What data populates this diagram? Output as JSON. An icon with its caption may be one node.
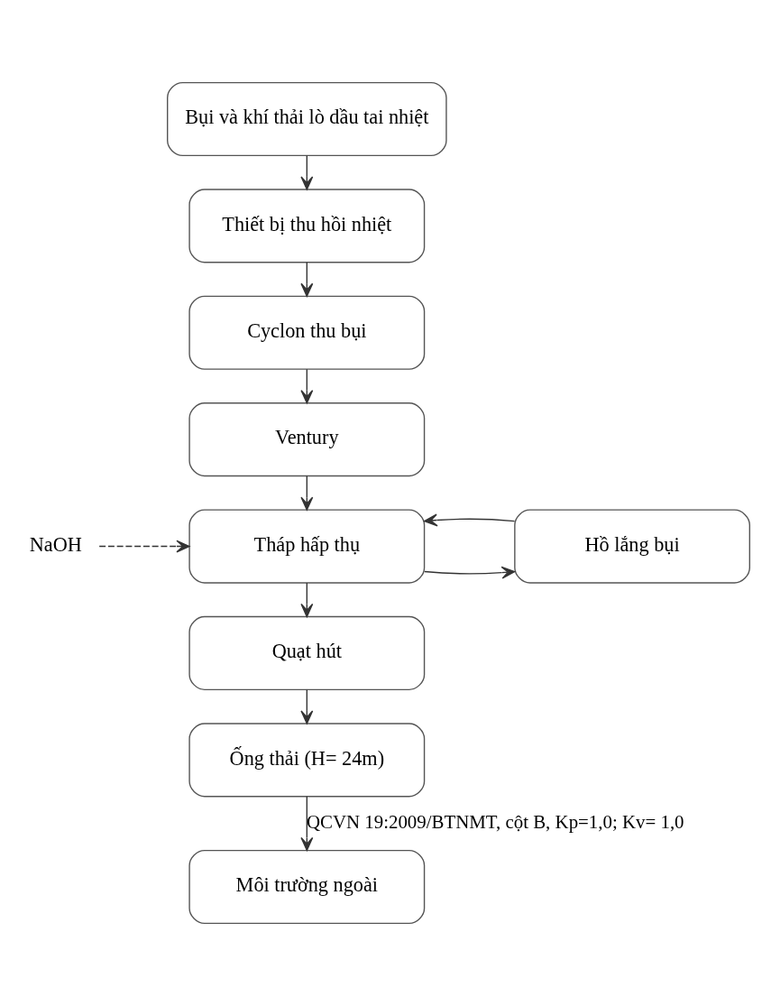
{
  "diagram": {
    "nodes": [
      {
        "text": [
          "Bụi và khí thải lò dầu tai nhiệt"
        ]
      },
      {
        "text": [
          "Thiết bị thu hồi nhiệt"
        ]
      },
      {
        "text": [
          "Cyclon thu bụi"
        ]
      },
      {
        "text": [
          "Ventury"
        ]
      },
      {
        "text": [
          "NaOH"
        ]
      },
      {
        "text": [
          "Tháp hấp thụ"
        ]
      },
      {
        "text": [
          "Hồ lắng bụi"
        ]
      },
      {
        "text": [
          "Quạt hút"
        ]
      },
      {
        "text": [
          "Ống thải (H= 24m)"
        ]
      },
      {
        "text": [
          "Môi trường ngoài"
        ]
      }
    ],
    "edges": [
      {
        "from": 0,
        "to": 1,
        "arrow": "to"
      },
      {
        "from": 1,
        "to": 2,
        "arrow": "to"
      },
      {
        "from": 2,
        "to": 3,
        "arrow": "to"
      },
      {
        "from": 3,
        "to": 5,
        "arrow": "to"
      },
      {
        "from": 4,
        "to": 5,
        "arrow": "to",
        "style": "dashed"
      },
      {
        "from": 5,
        "to": 6,
        "arrow": "to"
      },
      {
        "from": 6,
        "to": 5,
        "arrow": "to"
      },
      {
        "from": 5,
        "to": 7,
        "arrow": "to"
      },
      {
        "from": 7,
        "to": 8,
        "arrow": "to"
      },
      {
        "from": 8,
        "to": 9,
        "label": "QCVN 19:2009/BTNMT, cột B, Kp=1,0; Kv= 1,0",
        "arrow": "to"
      }
    ]
  }
}
